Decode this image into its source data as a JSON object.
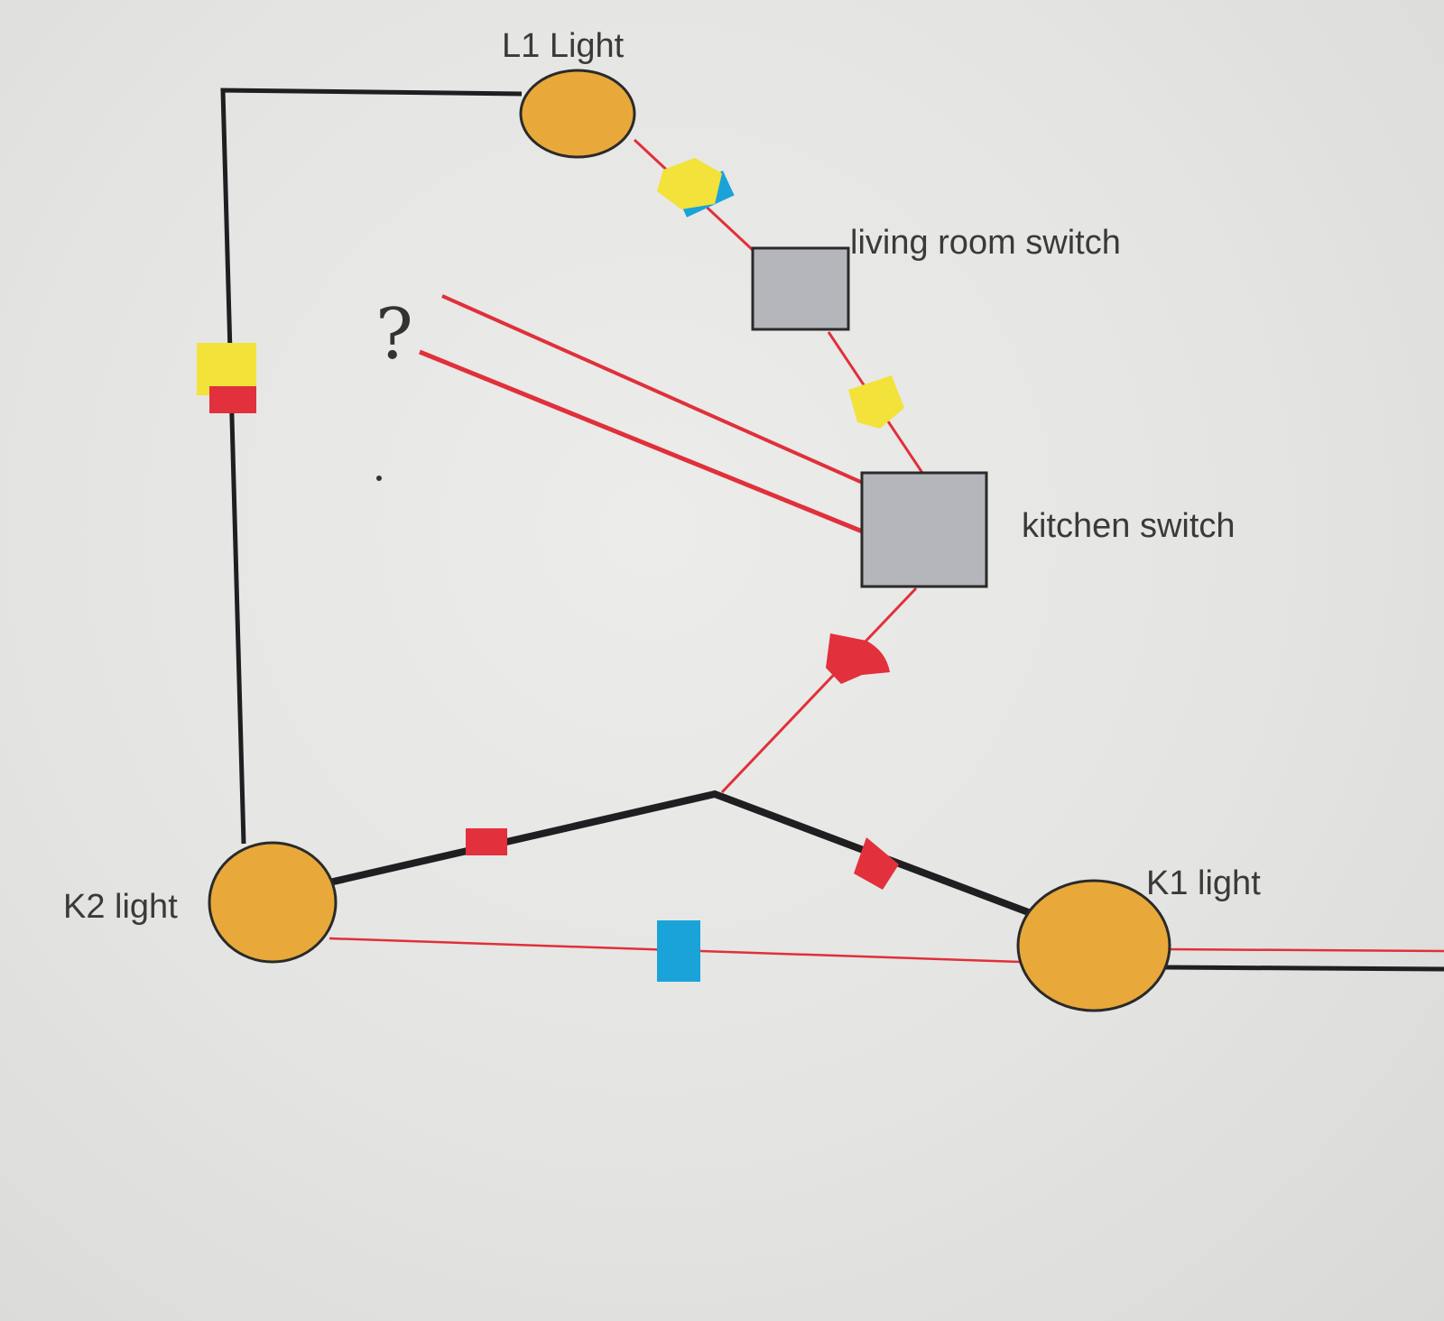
{
  "labels": {
    "l1_light": "L1 Light",
    "living_room_switch": "living room switch",
    "kitchen_switch": "kitchen switch",
    "k1_light": "K1 light",
    "k2_light": "K2 light",
    "unknown": "?"
  },
  "colors": {
    "background": "#e6e6e4",
    "light_fill": "#e8a93a",
    "switch_fill": "#b4b6bb",
    "black_wire": "#1f1f22",
    "red_wire": "#e0303a",
    "tape_yellow": "#f2e23a",
    "tape_blue": "#1aa3d8",
    "tape_red": "#e2303c"
  }
}
